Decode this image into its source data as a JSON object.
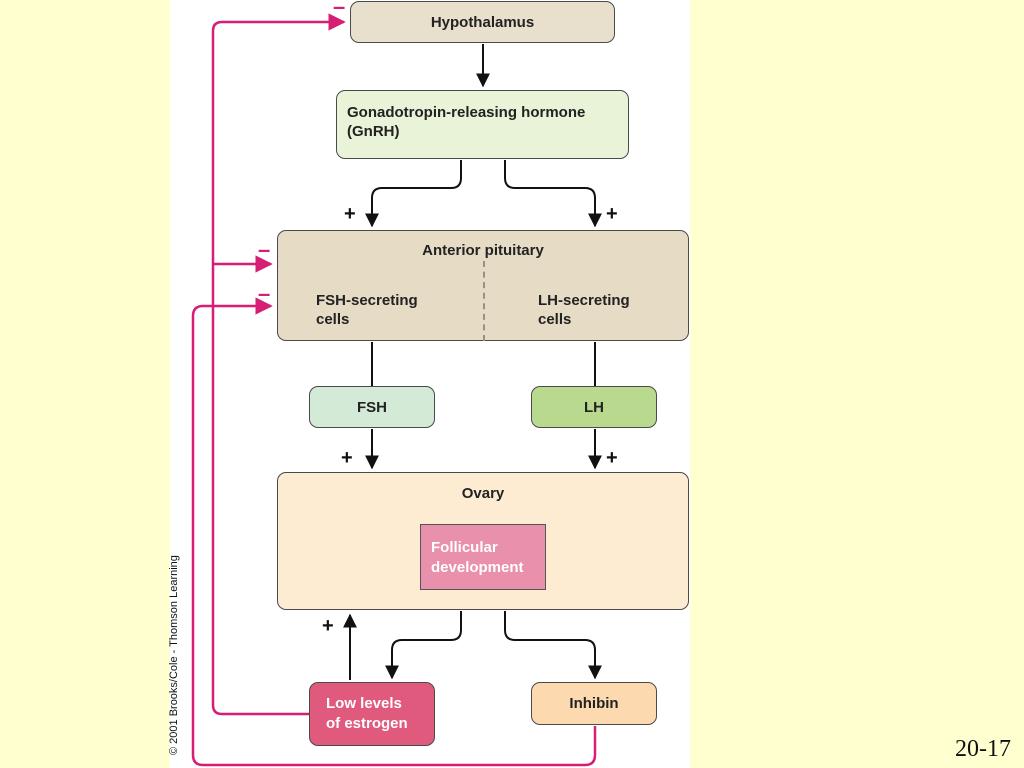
{
  "diagram": {
    "hypothalamus": "Hypothalamus",
    "gnrh": {
      "line1": "Gonadotropin-releasing hormone",
      "line2": "(GnRH)"
    },
    "anterior_pituitary": {
      "title": "Anterior pituitary",
      "fsh_cells": {
        "line1": "FSH-secreting",
        "line2": "cells"
      },
      "lh_cells": {
        "line1": "LH-secreting",
        "line2": "cells"
      }
    },
    "fsh": "FSH",
    "lh": "LH",
    "ovary": {
      "title": "Ovary",
      "follicular": {
        "line1": "Follicular",
        "line2": "development"
      }
    },
    "estrogen": {
      "line1": "Low levels",
      "line2": "of estrogen"
    },
    "inhibin": "Inhibin",
    "signs": {
      "plus": "+",
      "minus": "–"
    },
    "colors": {
      "inhibitory": "#d61f74",
      "stimulatory": "#111111"
    }
  },
  "copyright": "© 2001 Brooks/Cole - Thomson Learning",
  "slide_number": "20-17"
}
